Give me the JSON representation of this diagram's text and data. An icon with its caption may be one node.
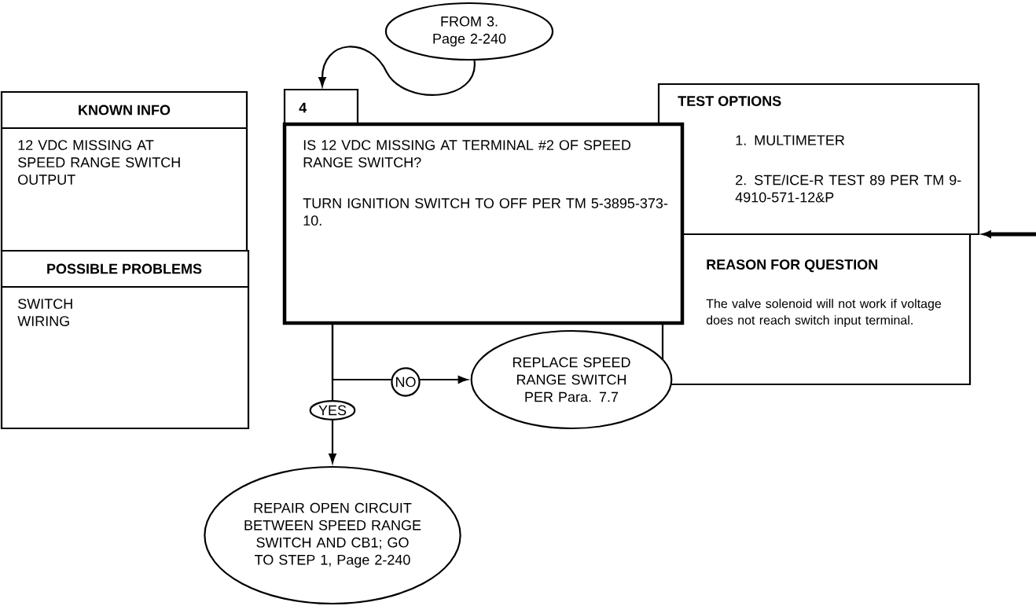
{
  "diagram": {
    "nodes": [
      {
        "text": [
          "KNOWN INFO",
          "12 VDC MISSING AT SPEED RANGE SWITCH OUTPUT"
        ]
      },
      {
        "text": [
          "POSSIBLE PROBLEMS",
          "SWITCH",
          "WIRING"
        ]
      },
      {
        "text": [
          "FROM 3. Page 2-240"
        ]
      },
      {
        "text": [
          "4",
          "IS 12 VDC MISSING AT TERMINAL #2 OF SPEED RANGE SWITCH?",
          "TURN IGNITION SWITCH TO OFF PER TM 5-3895-373-10."
        ]
      },
      {
        "text": [
          "TEST OPTIONS",
          "1. MULTIMETER",
          "2. STE/ICE-R TEST 89 PER TM 9-4910-571-12&P"
        ]
      },
      {
        "text": [
          "REASON FOR QUESTION",
          "The valve solenoid will not work if voltage does not reach switch input terminal."
        ]
      },
      {
        "text": [
          "REPLACE SPEED RANGE SWITCH PER Para. 7.7"
        ]
      },
      {
        "text": [
          "REPAIR OPEN CIRCUIT BETWEEN SPEED RANGE SWITCH AND CB1; GO TO STEP 1, Page 2-240"
        ]
      }
    ],
    "edges": [
      {
        "from": 2,
        "to": 3,
        "arrow": "to"
      },
      {
        "from": 3,
        "to": 6,
        "arrow": "to",
        "label": "NO"
      },
      {
        "from": 3,
        "to": 7,
        "arrow": "to",
        "label": "YES"
      },
      {
        "from": null,
        "to": 4,
        "arrow": "to",
        "style": "thick"
      }
    ]
  }
}
